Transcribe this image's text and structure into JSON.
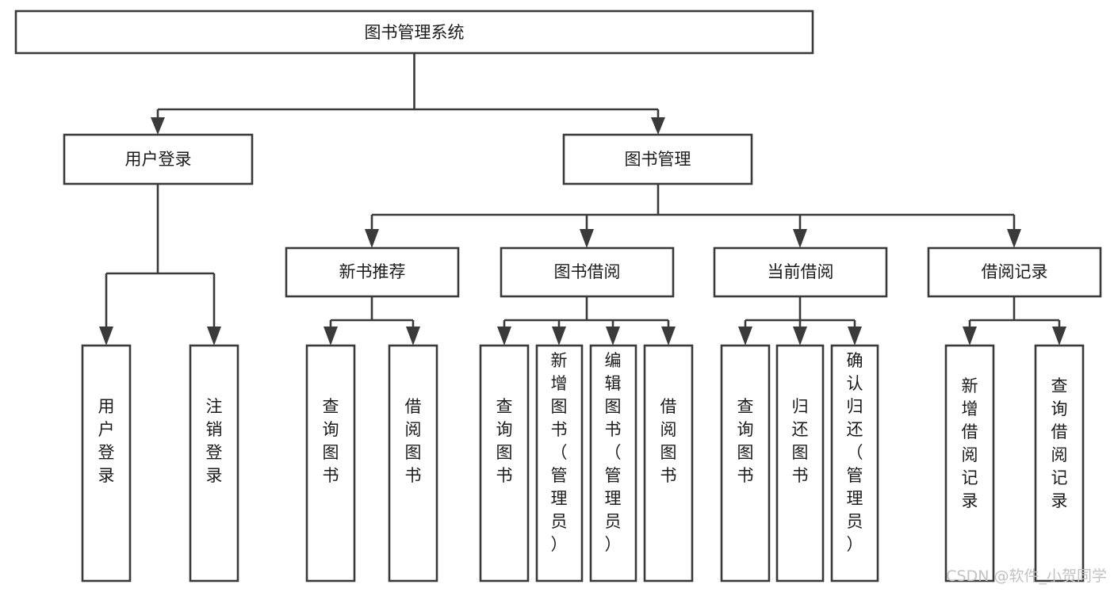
{
  "diagram": {
    "type": "tree-hierarchy",
    "title": "图书管理系统",
    "watermark": "CSDN @软件_小贺同学",
    "colors": {
      "stroke": "#3a3a3a",
      "fill": "#ffffff",
      "text": "#1b1b1b",
      "watermark": "#c2c2c2"
    },
    "root": {
      "id": "root",
      "label": "图书管理系统",
      "orientation": "horizontal"
    },
    "level2": [
      {
        "id": "user-login",
        "label": "用户登录",
        "orientation": "horizontal"
      },
      {
        "id": "book-management",
        "label": "图书管理",
        "orientation": "horizontal"
      }
    ],
    "level3": [
      {
        "id": "new-book-recommend",
        "label": "新书推荐",
        "orientation": "horizontal"
      },
      {
        "id": "book-borrow",
        "label": "图书借阅",
        "orientation": "horizontal"
      },
      {
        "id": "current-borrow",
        "label": "当前借阅",
        "orientation": "horizontal"
      },
      {
        "id": "borrow-record",
        "label": "借阅记录",
        "orientation": "horizontal"
      }
    ],
    "leaves": {
      "user-login": [
        {
          "id": "leaf-user-login",
          "label": "用户登录",
          "orientation": "vertical"
        },
        {
          "id": "leaf-logout-login",
          "label": "注销登录",
          "orientation": "vertical"
        }
      ],
      "new-book-recommend": [
        {
          "id": "leaf-query-book-1",
          "label": "查询图书",
          "orientation": "vertical"
        },
        {
          "id": "leaf-borrow-book-1",
          "label": "借阅图书",
          "orientation": "vertical"
        }
      ],
      "book-borrow": [
        {
          "id": "leaf-query-book-2",
          "label": "查询图书",
          "orientation": "vertical"
        },
        {
          "id": "leaf-add-book",
          "label": "新增图书（管理员）",
          "orientation": "vertical"
        },
        {
          "id": "leaf-edit-book",
          "label": "编辑图书（管理员）",
          "orientation": "vertical"
        },
        {
          "id": "leaf-borrow-book-2",
          "label": "借阅图书",
          "orientation": "vertical"
        }
      ],
      "current-borrow": [
        {
          "id": "leaf-query-book-3",
          "label": "查询图书",
          "orientation": "vertical"
        },
        {
          "id": "leaf-return-book",
          "label": "归还图书",
          "orientation": "vertical"
        },
        {
          "id": "leaf-confirm-return",
          "label": "确认归还（管理员）",
          "orientation": "vertical"
        }
      ],
      "borrow-record": [
        {
          "id": "leaf-add-record",
          "label": "新增借阅记录",
          "orientation": "vertical"
        },
        {
          "id": "leaf-query-record",
          "label": "查询借阅记录",
          "orientation": "vertical"
        }
      ]
    }
  }
}
